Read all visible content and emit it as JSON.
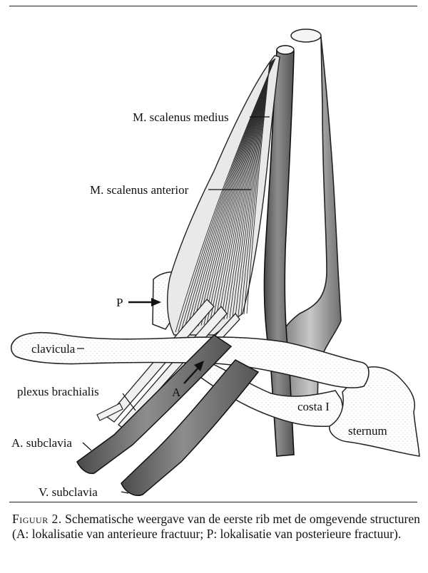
{
  "labels": {
    "scalenus_medius": "M. scalenus medius",
    "scalenus_anterior": "M. scalenus anterior",
    "p": "P",
    "clavicula": "clavicula",
    "plexus": "plexus brachialis",
    "a": "A",
    "costa": "costa I",
    "a_subclavia": "A. subclavia",
    "sternum": "sternum",
    "v_subclavia": "V. subclavia"
  },
  "caption": {
    "figure_number": "Figuur 2.",
    "text": "Schematische weergave van de eerste rib met de omgevende structuren (A: lokalisatie van anterieure fractuur; P: lokalisatie van posterieure fractuur)."
  }
}
